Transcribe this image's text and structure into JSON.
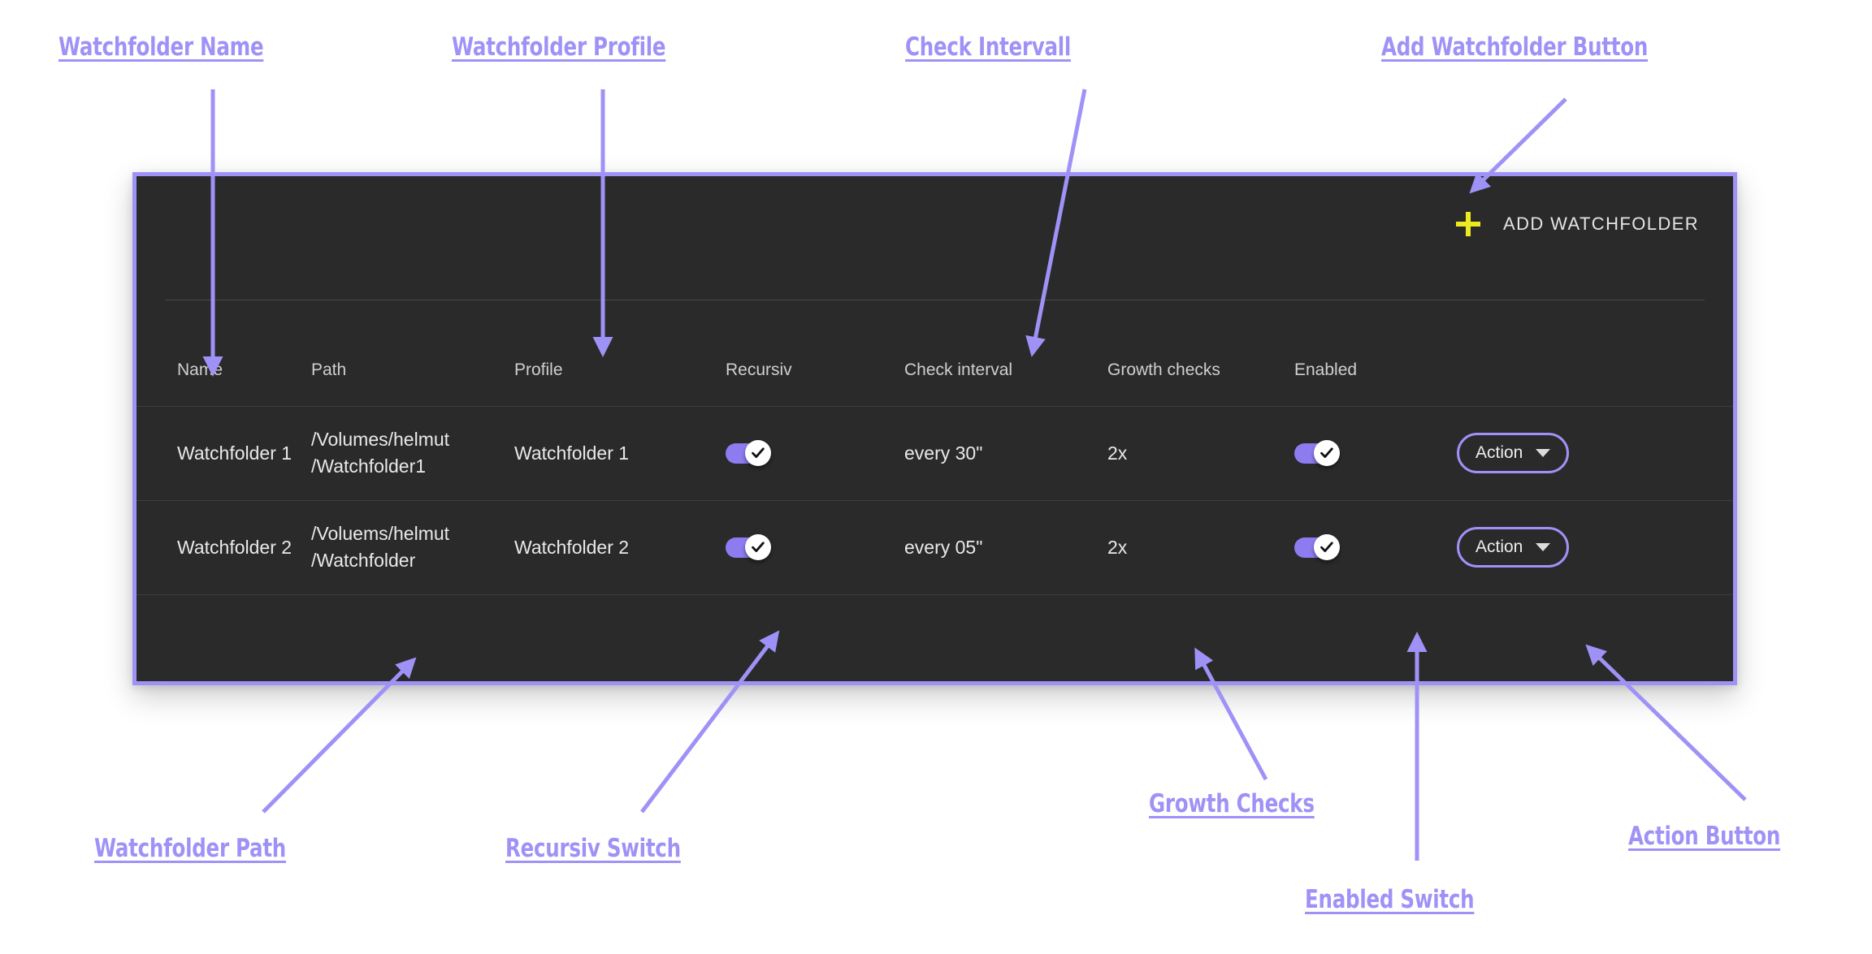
{
  "panel": {
    "toolbar": {
      "add_button_label": "ADD WATCHFOLDER",
      "add_button_icon": "plus-icon",
      "plus_color": "#edeb20"
    },
    "border_color": "#9f92f7",
    "background_color": "#2a2a2a"
  },
  "table": {
    "columns": [
      {
        "key": "name",
        "label": "Name"
      },
      {
        "key": "path",
        "label": "Path"
      },
      {
        "key": "profile",
        "label": "Profile"
      },
      {
        "key": "recursiv",
        "label": "Recursiv"
      },
      {
        "key": "interval",
        "label": "Check interval"
      },
      {
        "key": "growth",
        "label": "Growth checks"
      },
      {
        "key": "enabled",
        "label": "Enabled"
      },
      {
        "key": "action",
        "label": ""
      }
    ],
    "rows": [
      {
        "name": "Watchfolder 1",
        "path_line1": "/Volumes/helmut",
        "path_line2": "/Watchfolder1",
        "profile": "Watchfolder 1",
        "recursiv": "on",
        "interval": "every 30\"",
        "growth": "2x",
        "enabled": "on",
        "action_label": "Action"
      },
      {
        "name": "Watchfolder 2",
        "path_line1": "/Voluems/helmut",
        "path_line2": "/Watchfolder",
        "profile": "Watchfolder 2",
        "recursiv": "on",
        "interval": "every 05\"",
        "growth": "2x",
        "enabled": "on",
        "action_label": "Action"
      }
    ]
  },
  "annotations": {
    "color": "#9f92f7",
    "labels": [
      {
        "id": "watchfolder-name",
        "text": "Watchfolder Name"
      },
      {
        "id": "watchfolder-profile",
        "text": "Watchfolder Profile"
      },
      {
        "id": "check-intervall",
        "text": "Check Intervall"
      },
      {
        "id": "add-watchfolder-button",
        "text": "Add Watchfolder Button"
      },
      {
        "id": "watchfolder-path",
        "text": "Watchfolder Path"
      },
      {
        "id": "recursiv-switch",
        "text": "Recursiv Switch"
      },
      {
        "id": "growth-checks",
        "text": "Growth Checks"
      },
      {
        "id": "enabled-switch",
        "text": "Enabled Switch"
      },
      {
        "id": "action-button",
        "text": "Action Button"
      }
    ]
  }
}
